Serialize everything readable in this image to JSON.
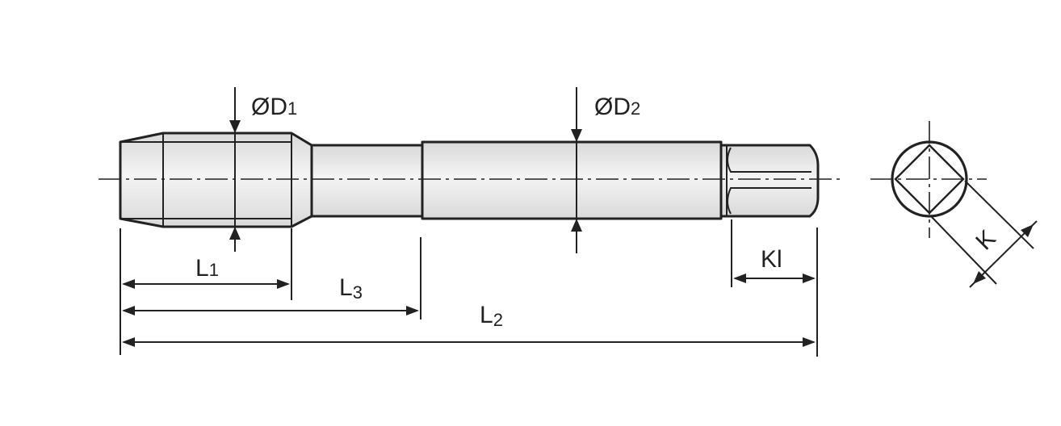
{
  "labels": {
    "d1_symbol": "Ø",
    "d1_letter": "D",
    "d1_sub": "1",
    "d2_symbol": "Ø",
    "d2_letter": "D",
    "d2_sub": "2",
    "l1_letter": "L",
    "l1_sub": "1",
    "l3_letter": "L",
    "l3_sub": "3",
    "l2_letter": "L",
    "l2_sub": "2",
    "kl": "Kl",
    "k": "K"
  },
  "colors": {
    "line": "#222222",
    "body_fill_light": "#f4f4f4",
    "body_fill_dark": "#d9d9d9",
    "background": "#ffffff"
  }
}
